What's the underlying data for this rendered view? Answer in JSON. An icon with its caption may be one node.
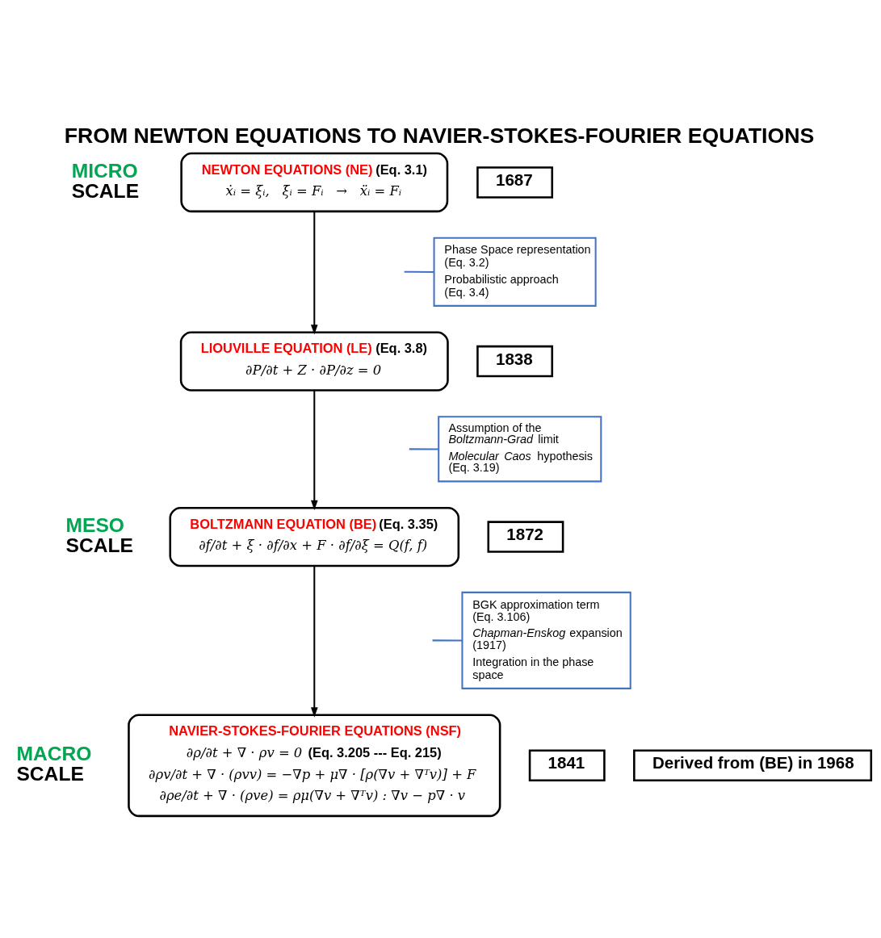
{
  "diagram": {
    "title": "FROM NEWTON EQUATIONS TO NAVIER-STOKES-FOURIER EQUATIONS",
    "nodes": [
      {
        "text": [
          "NEWTON EQUATIONS (NE)",
          "(Eq. 3.1)",
          "ẋᵢ = ξᵢ,   ξ̇ᵢ = Fᵢ   →   ẍᵢ = Fᵢ"
        ]
      },
      {
        "text": [
          "LIOUVILLE EQUATION (LE)",
          "(Eq. 3.8)",
          "∂P/∂t + Z · ∂P/∂z = 0"
        ]
      },
      {
        "text": [
          "BOLTZMANN EQUATION (BE)",
          "(Eq. 3.35)",
          "∂f/∂t + ξ · ∂f/∂x + F · ∂f/∂ξ = Q(f, f)"
        ]
      },
      {
        "text": [
          "NAVIER-STOKES-FOURIER EQUATIONS (NSF)",
          "∂ρ/∂t + ∇ · ρv = 0",
          "(Eq. 3.205 --- Eq. 215)",
          "∂ρv/∂t + ∇ · (ρvv) = −∇p + μ∇ · [ρ(∇v + ∇ᵀv)] + F",
          "∂ρe/∂t + ∇ · (ρve) = ρμ(∇v + ∇ᵀv) : ∇v − p∇ · v"
        ]
      },
      {
        "text": [
          "1687"
        ]
      },
      {
        "text": [
          "1838"
        ]
      },
      {
        "text": [
          "1872"
        ]
      },
      {
        "text": [
          "1841"
        ]
      },
      {
        "text": [
          "Derived from (BE) in 1968"
        ]
      },
      {
        "text": [
          "Phase Space representation (Eq. 3.2)",
          "Probabilistic approach (Eq. 3.4)"
        ]
      },
      {
        "text": [
          "Assumption of the *Boltzmann-Grad* limit",
          "*Molecular Caos* hypothesis (Eq. 3.19)"
        ]
      },
      {
        "text": [
          "BGK approximation term (Eq. 3.106)",
          "*Chapman-Enskog* expansion (1917)",
          "Integration in the phase space"
        ]
      }
    ],
    "edges": [
      {
        "from": 0,
        "to": 1,
        "arrow": "to"
      },
      {
        "from": 1,
        "to": 2,
        "arrow": "to"
      },
      {
        "from": 2,
        "to": 3,
        "arrow": "to"
      },
      {
        "from": 9,
        "to": null,
        "arrow": "none",
        "color": "#4472c4"
      },
      {
        "from": 10,
        "to": null,
        "arrow": "none",
        "color": "#4472c4"
      },
      {
        "from": 11,
        "to": null,
        "arrow": "none",
        "color": "#4472c4"
      }
    ],
    "labels": [
      "MICRO",
      "SCALE",
      "MESO",
      "SCALE",
      "MACRO",
      "SCALE"
    ]
  }
}
